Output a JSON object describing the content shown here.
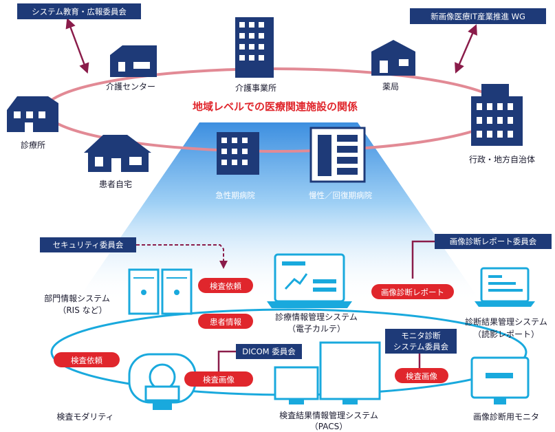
{
  "title": "地域レベルでの医療関連施設の関係",
  "committees": {
    "education": "システム教育・広報委員会",
    "wg": "新画像医療IT産業推進 WG",
    "security": "セキュリティ委員会",
    "report": "画像診断レポート委員会",
    "dicom": "DICOM 委員会",
    "monitor_line1": "モニタ診断",
    "monitor_line2": "システム委員会"
  },
  "facilities": {
    "care_center": "介護センター",
    "care_office": "介護事業所",
    "pharmacy": "薬局",
    "clinic": "診療所",
    "patient_home": "患者自宅",
    "government": "行政・地方自治体",
    "acute_hospital": "急性期病院",
    "chronic_hospital": "慢性／回復期病院"
  },
  "systems": {
    "dept_line1": "部門情報システム",
    "dept_line2": "（RIS など）",
    "emr_line1": "診療情報管理システム",
    "emr_line2": "（電子カルテ）",
    "reading_line1": "診断結果管理システム",
    "reading_line2": "（読影レポート）",
    "modality": "検査モダリティ",
    "pacs_line1": "検査結果情報管理システム",
    "pacs_line2": "（PACS）",
    "monitor": "画像診断用モニタ"
  },
  "flows": {
    "exam_request_1": "検査依頼",
    "patient_info": "患者情報",
    "image_report": "画像診断レポート",
    "exam_request_2": "検査依頼",
    "exam_image_1": "検査画像",
    "exam_image_2": "検査画像"
  },
  "colors": {
    "navy": "#1e3a78",
    "red": "#e0262c",
    "ring": "#e28a95",
    "cyan": "#19a9dd",
    "maroon": "#8a1c4a"
  }
}
